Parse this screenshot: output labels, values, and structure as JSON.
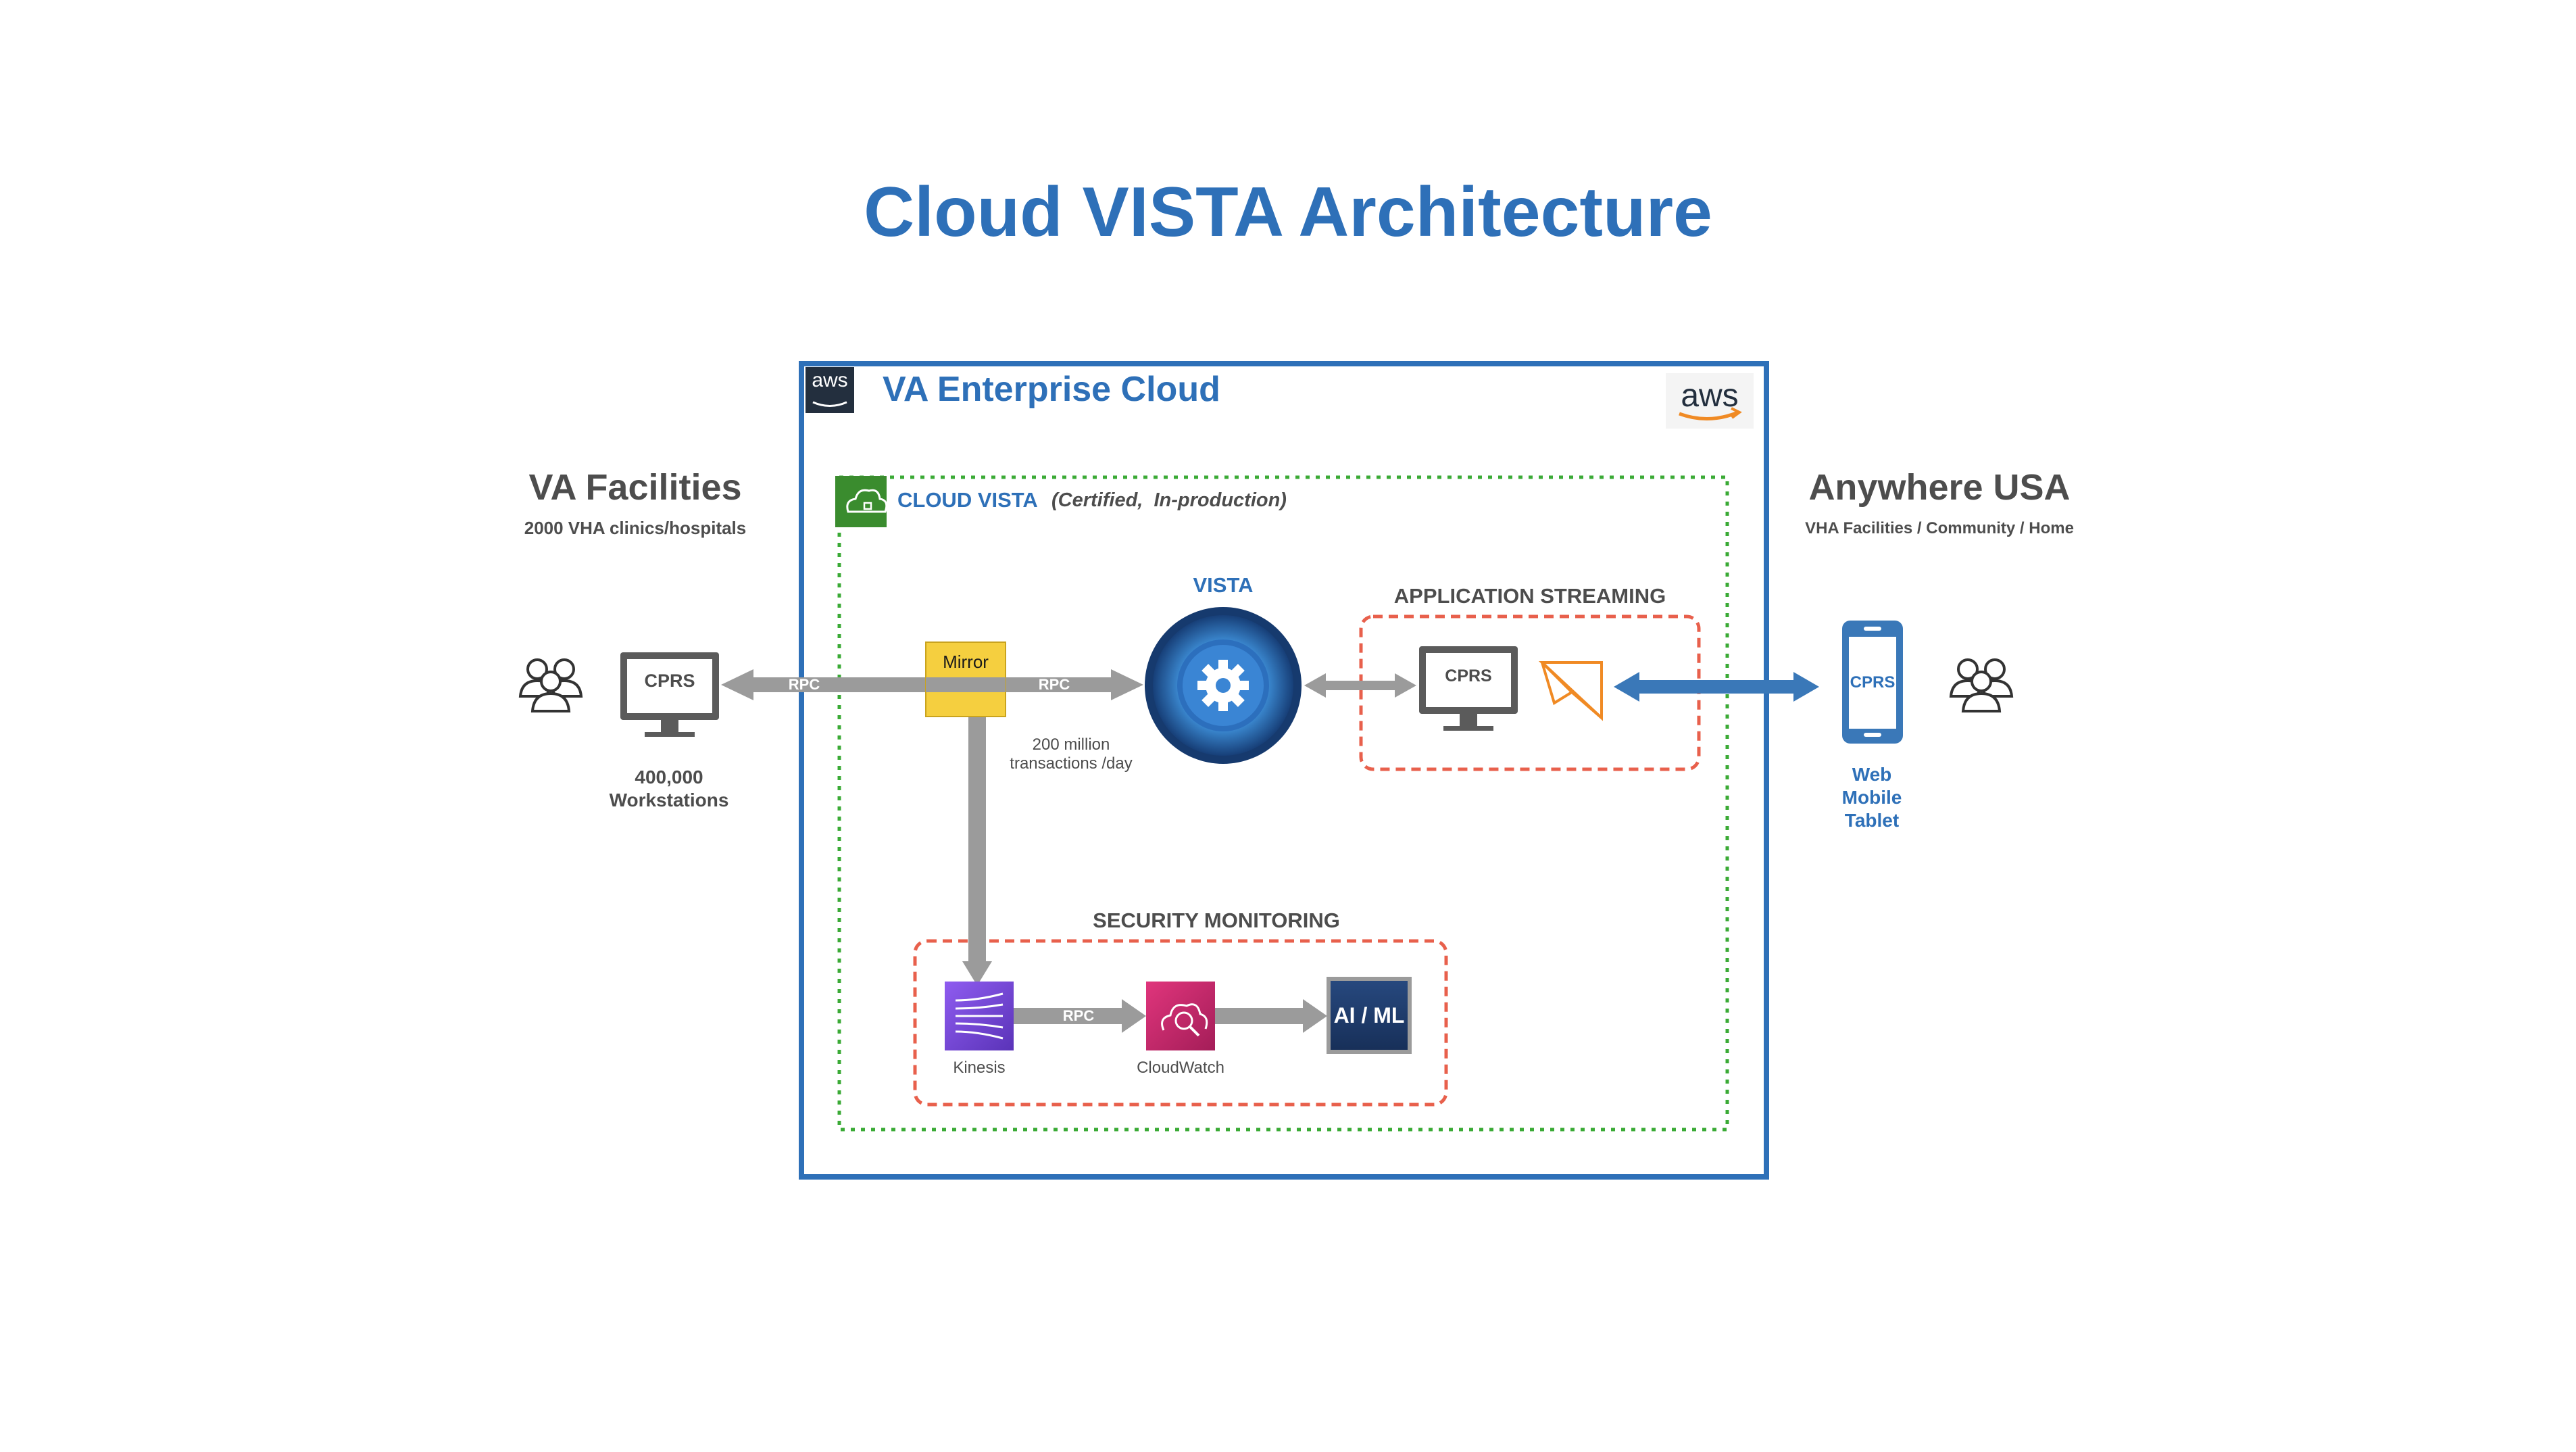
{
  "title": "Cloud VISTA Architecture",
  "left": {
    "heading": "VA Facilities",
    "subheading": "2000 VHA clinics/hospitals",
    "monitor_label": "CPRS",
    "workstations_line1": "400,000",
    "workstations_line2": "Workstations"
  },
  "right": {
    "heading": "Anywhere USA",
    "subheading": "VHA Facilities  / Community / Home",
    "phone_label": "CPRS",
    "devices": [
      "Web",
      "Mobile",
      "Tablet"
    ]
  },
  "enterprise": {
    "title": "VA Enterprise Cloud",
    "aws_badge": "aws",
    "aws_logo": "aws"
  },
  "cloud_vista": {
    "title": "CLOUD VISTA",
    "note": "(Certified,  In-production)"
  },
  "flow": {
    "mirror_label": "Mirror",
    "rpc_left": "RPC",
    "rpc_right": "RPC",
    "rpc_bottom": "RPC",
    "vista_label": "VISTA",
    "transactions_line1": "200 million",
    "transactions_line2": "transactions /day"
  },
  "streaming": {
    "title": "APPLICATION STREAMING",
    "monitor_label": "CPRS"
  },
  "security": {
    "title": "SECURITY MONITORING",
    "kinesis_label": "Kinesis",
    "cloudwatch_label": "CloudWatch",
    "aiml_label": "AI / ML"
  },
  "colors": {
    "title_blue": "#2e70b8",
    "enterprise_border": "#2e70b8",
    "cloud_vista_border": "#3aaa35",
    "dashed_red": "#e8604c",
    "arrow_gray": "#9b9b9b",
    "arrow_blue": "#3a78b8",
    "mirror_yellow": "#f5cf3f",
    "kinesis_purple": "#7b4ed8",
    "cloudwatch_pink": "#c7266e",
    "aiml_navy": "#1f3b6b",
    "appstream_orange": "#f08a24"
  }
}
